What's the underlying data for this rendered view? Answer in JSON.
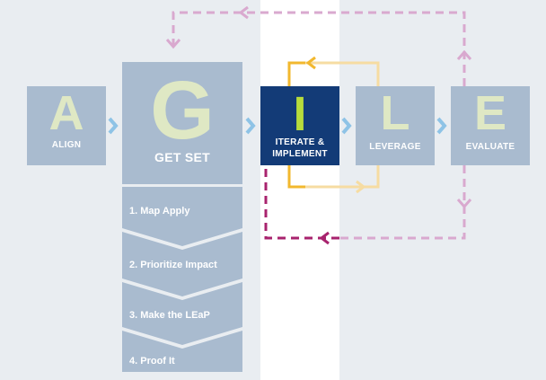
{
  "stages": {
    "align": {
      "letter": "A",
      "label": "ALIGN"
    },
    "get_set": {
      "letter": "G",
      "label": "GET SET"
    },
    "iterate": {
      "letter": "I",
      "label_line1": "ITERATE &",
      "label_line2": "IMPLEMENT"
    },
    "leverage": {
      "letter": "L",
      "label": "LEVERAGE"
    },
    "evaluate": {
      "letter": "E",
      "label": "EVALUATE"
    }
  },
  "get_set_steps": [
    {
      "label": "1. Map Apply"
    },
    {
      "label": "2. Prioritize Impact"
    },
    {
      "label": "3. Make the LEaP"
    },
    {
      "label": "4. Proof It"
    }
  ],
  "colors": {
    "box": "#a9bbcf",
    "active_box": "#133b77",
    "letter": "#dfe8c4",
    "active_letter": "#b7dc3c",
    "arrow": "#8ec3e6",
    "loop_orange": "#f2b82e",
    "loop_orange_faded": "#f6dca2",
    "loop_magenta": "#a8236e",
    "loop_magenta_faded": "#d9a9cf"
  }
}
